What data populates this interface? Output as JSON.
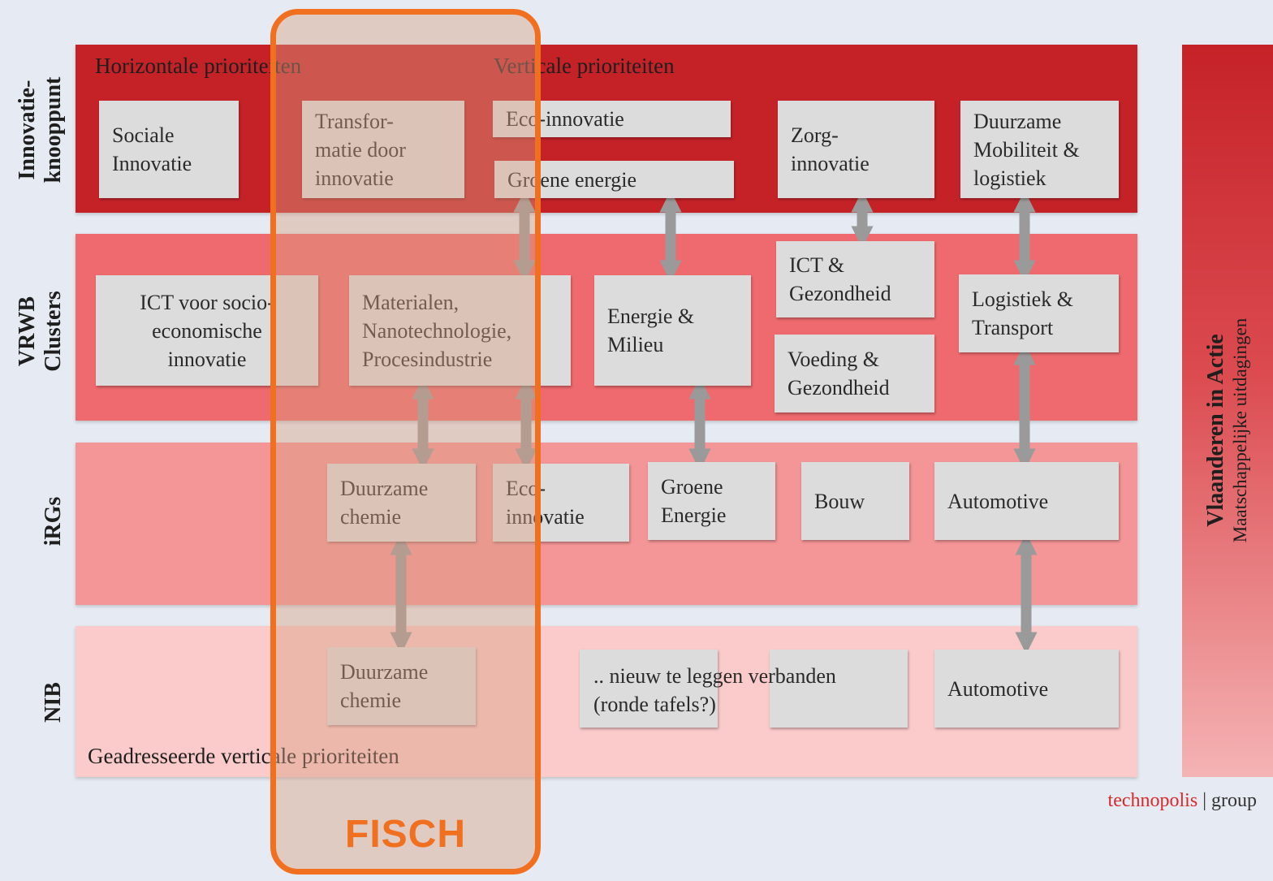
{
  "rows": [
    {
      "label_lines": [
        "Innovatie-",
        "knooppunt"
      ]
    },
    {
      "label_lines": [
        "VRWB",
        "Clusters"
      ]
    },
    {
      "label_lines": [
        "iRGs"
      ]
    },
    {
      "label_lines": [
        "NIB"
      ]
    }
  ],
  "headers": {
    "horizontal": "Horizontale prioriteiten",
    "vertical": "Verticale prioriteiten",
    "addressed": "Geadresseerde  verticale prioriteiten"
  },
  "innovatie_boxes": {
    "sociale": [
      "Sociale",
      "Innovatie"
    ],
    "transformatie": [
      "Transfor-",
      "matie door",
      "innovatie"
    ],
    "eco": [
      "Eco-innovatie"
    ],
    "groene": [
      "Groene energie"
    ],
    "zorg": [
      "Zorg-",
      "innovatie"
    ],
    "mobiliteit": [
      "Duurzame",
      "Mobiliteit &",
      "logistiek"
    ]
  },
  "cluster_boxes": {
    "ict_socio": [
      "ICT voor socio-",
      "economische",
      "innovatie"
    ],
    "materialen": [
      "Materialen,",
      "Nanotechnologie,",
      "Procesindustrie"
    ],
    "energie": [
      "Energie &",
      "Milieu"
    ],
    "ict_gezondheid": [
      "ICT &",
      "Gezondheid"
    ],
    "voeding": [
      "Voeding &",
      "Gezondheid"
    ],
    "logistiek": [
      "Logistiek &",
      "Transport"
    ]
  },
  "irg_boxes": {
    "duurzame_chemie": [
      "Duurzame",
      "chemie"
    ],
    "eco": [
      "Eco-",
      "innovatie"
    ],
    "groene": [
      "Groene",
      "Energie"
    ],
    "bouw": [
      "Bouw"
    ],
    "automotive": [
      "Automotive"
    ]
  },
  "nib_boxes": {
    "duurzame_chemie": [
      "Duurzame",
      "chemie"
    ],
    "nieuw": [
      ".. nieuw te leggen verbanden",
      "(ronde tafels?)"
    ],
    "automotive": [
      "Automotive"
    ]
  },
  "side_panel": {
    "title": "Vlaanderen in Actie",
    "subtitle": "Maatschappelijke uitdagingen"
  },
  "fisch_label": "FISCH",
  "footer": {
    "brand": "technopolis",
    "separator": " | ",
    "group": "group"
  },
  "colors": {
    "band_innovatie": "#c52228",
    "band_clusters": "#ef6a6e",
    "band_irgs": "#f49597",
    "band_nib": "#fbcaca",
    "box": "#dcdcdc",
    "arrow": "#9a9a9a",
    "fisch": "#f07020",
    "brand": "#d52b2b"
  }
}
